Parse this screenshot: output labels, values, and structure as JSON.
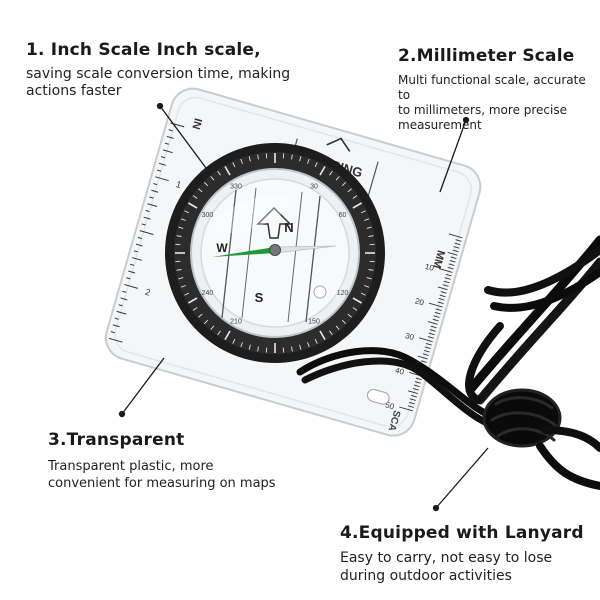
{
  "callouts": [
    {
      "title": "1. Inch Scale Inch scale,",
      "lines": [
        "saving scale conversion time, making",
        "actions faster"
      ]
    },
    {
      "title": "2.Millimeter Scale",
      "lines": [
        "Multi functional scale, accurate to",
        "to millimeters, more precise",
        "measurement"
      ]
    },
    {
      "title": "3.Transparent",
      "lines": [
        "Transparent plastic, more",
        "convenient for measuring on maps"
      ]
    },
    {
      "title": "4.Equipped with Lanyard",
      "lines": [
        "Easy to carry, not easy to lose",
        "during outdoor activities"
      ]
    }
  ],
  "compass": {
    "bearing_label": "BEARING",
    "inch_label": "IN",
    "mm_label": "MM",
    "card_letters": [
      "N",
      "S",
      "W"
    ],
    "dial_numbers": [
      "30",
      "60",
      "120",
      "150",
      "210",
      "240",
      "300",
      "330"
    ],
    "mm_tick_labels": [
      "10",
      "20",
      "30",
      "40",
      "50"
    ],
    "inch_tick_labels": [
      "1",
      "2"
    ],
    "scale_label": "SCA"
  }
}
